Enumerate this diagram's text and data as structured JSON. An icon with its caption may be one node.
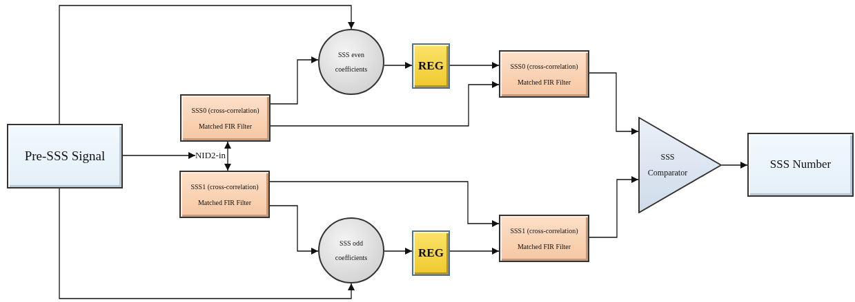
{
  "diagram": {
    "nodes": [
      {
        "text": [
          "Pre-SSS Signal"
        ]
      },
      {
        "text": [
          "SSS0 (cross-correlation)",
          "Matched FIR Filter"
        ]
      },
      {
        "text": [
          "NID2-in"
        ]
      },
      {
        "text": [
          "SSS1 (cross-correlation)",
          "Matched FIR Filter"
        ]
      },
      {
        "text": [
          "SSS even",
          "coefficients"
        ]
      },
      {
        "text": [
          "SSS odd",
          "coefficients"
        ]
      },
      {
        "text": [
          "REG"
        ]
      },
      {
        "text": [
          "REG"
        ]
      },
      {
        "text": [
          "SSS0 (cross-correlation)",
          "Matched FIR Filter"
        ]
      },
      {
        "text": [
          "SSS1 (cross-correlation)",
          "Matched FIR Filter"
        ]
      },
      {
        "text": [
          "SSS",
          "Comparator"
        ]
      },
      {
        "text": [
          "SSS Number"
        ]
      }
    ],
    "edges": [
      {
        "from": 0,
        "to": 2,
        "arrow": "to"
      },
      {
        "from": 1,
        "to": 3,
        "arrow": "both"
      },
      {
        "from": 0,
        "to": 4,
        "arrow": "to"
      },
      {
        "from": 0,
        "to": 5,
        "arrow": "to"
      },
      {
        "from": 1,
        "to": 4,
        "arrow": "to"
      },
      {
        "from": 1,
        "to": 8,
        "arrow": "to"
      },
      {
        "from": 3,
        "to": 9,
        "arrow": "to"
      },
      {
        "from": 3,
        "to": 5,
        "arrow": "to"
      },
      {
        "from": 4,
        "to": 6,
        "arrow": "to"
      },
      {
        "from": 6,
        "to": 8,
        "arrow": "to"
      },
      {
        "from": 5,
        "to": 7,
        "arrow": "to"
      },
      {
        "from": 7,
        "to": 9,
        "arrow": "to"
      },
      {
        "from": 8,
        "to": 10,
        "arrow": "to"
      },
      {
        "from": 9,
        "to": 10,
        "arrow": "to"
      },
      {
        "from": 10,
        "to": 11,
        "arrow": "to"
      }
    ]
  }
}
